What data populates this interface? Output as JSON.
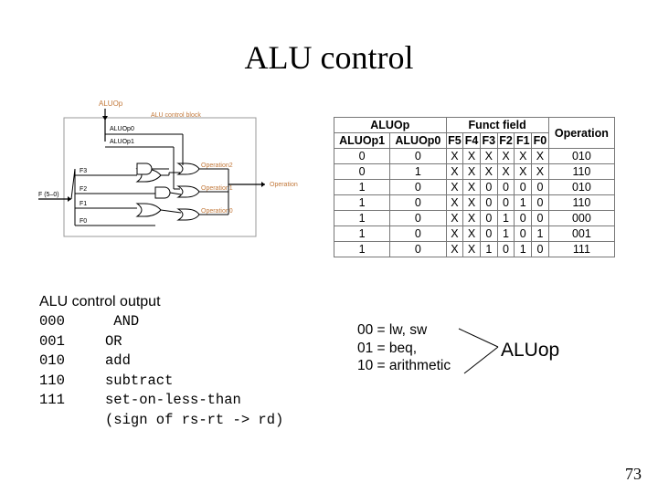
{
  "slide": {
    "title": "ALU control",
    "page_number": "73"
  },
  "circuit": {
    "aluop_label": "ALUOp",
    "block_label": "ALU control block",
    "aluop0": "ALUOp0",
    "aluop1": "ALUOp1",
    "f_bus": "F (5–0)",
    "f3": "F3",
    "f2": "F2",
    "f1": "F1",
    "f0": "F0",
    "op2": "Operation2",
    "op1": "Operation1",
    "op0": "Operation0",
    "operation": "Operation"
  },
  "table": {
    "header1": [
      "ALUOp",
      "Funct field",
      "Operation"
    ],
    "header2": [
      "ALUOp1",
      "ALUOp0",
      "F5",
      "F4",
      "F3",
      "F2",
      "F1",
      "F0"
    ],
    "rows": [
      [
        "0",
        "0",
        "X",
        "X",
        "X",
        "X",
        "X",
        "X",
        "010"
      ],
      [
        "0",
        "1",
        "X",
        "X",
        "X",
        "X",
        "X",
        "X",
        "110"
      ],
      [
        "1",
        "0",
        "X",
        "X",
        "0",
        "0",
        "0",
        "0",
        "010"
      ],
      [
        "1",
        "0",
        "X",
        "X",
        "0",
        "0",
        "1",
        "0",
        "110"
      ],
      [
        "1",
        "0",
        "X",
        "X",
        "0",
        "1",
        "0",
        "0",
        "000"
      ],
      [
        "1",
        "0",
        "X",
        "X",
        "0",
        "1",
        "0",
        "1",
        "001"
      ],
      [
        "1",
        "0",
        "X",
        "X",
        "1",
        "0",
        "1",
        "0",
        "111"
      ]
    ]
  },
  "legend": {
    "heading": "ALU control output",
    "items": [
      {
        "code": "000",
        "desc": " AND"
      },
      {
        "code": "001",
        "desc": "OR"
      },
      {
        "code": "010",
        "desc": "add"
      },
      {
        "code": "110",
        "desc": "subtract"
      },
      {
        "code": "111",
        "desc": "set-on-less-than"
      },
      {
        "code": "",
        "desc": "(sign of rs-rt -> rd)"
      }
    ]
  },
  "aluop": {
    "lines": [
      "00 = lw, sw",
      "01 = beq,",
      "10 = arithmetic"
    ],
    "label": "ALUop"
  }
}
